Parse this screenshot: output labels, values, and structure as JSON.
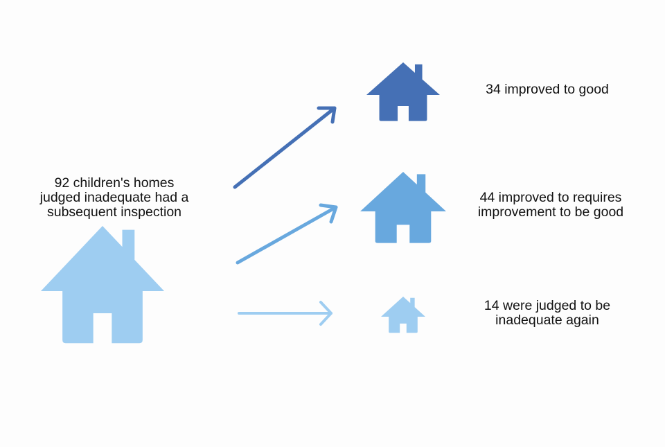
{
  "source": {
    "text": "92 children's homes\njudged inadequate had a\nsubsequent inspection",
    "icon": "house-icon",
    "color": "#9ecdf1"
  },
  "outcomes": [
    {
      "text": "34 improved to good",
      "count": 34,
      "icon": "house-icon",
      "color": "#4570b5",
      "arrow_icon": "arrow-up-right-icon"
    },
    {
      "text": "44 improved to requires\nimprovement to be good",
      "count": 44,
      "icon": "house-icon",
      "color": "#68a8de",
      "arrow_icon": "arrow-up-right-icon"
    },
    {
      "text": "14 were judged to be\ninadequate again",
      "count": 14,
      "icon": "house-icon",
      "color": "#9ecdf1",
      "arrow_icon": "arrow-right-icon"
    }
  ]
}
